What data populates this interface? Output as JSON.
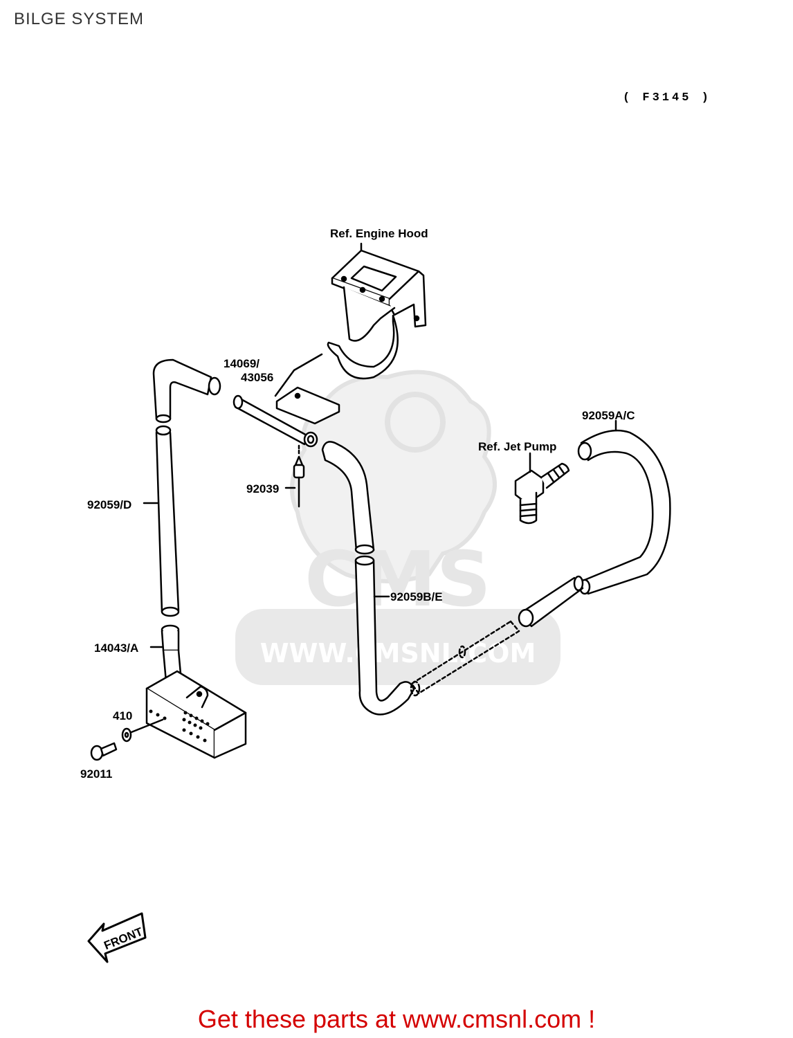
{
  "page": {
    "title": "BILGE SYSTEM",
    "figure_code": "( F3145 )"
  },
  "labels": {
    "ref_engine_hood": "Ref. Engine Hood",
    "part_14069": "14069/",
    "part_43056": "43056",
    "part_92059AC": "92059A/C",
    "ref_jet_pump": "Ref. Jet Pump",
    "part_92039": "92039",
    "part_92059D": "92059/D",
    "part_92059BE": "92059B/E",
    "part_14043A": "14043/A",
    "part_410": "410",
    "part_92011": "92011",
    "front_arrow": "FRONT"
  },
  "watermark": {
    "brand": "CMS",
    "url": "WWW.CMSNL.COM"
  },
  "promo": "Get these parts at www.cmsnl.com !",
  "colors": {
    "promo": "#d40000",
    "watermark": "#e6e6e6",
    "line": "#000000"
  }
}
